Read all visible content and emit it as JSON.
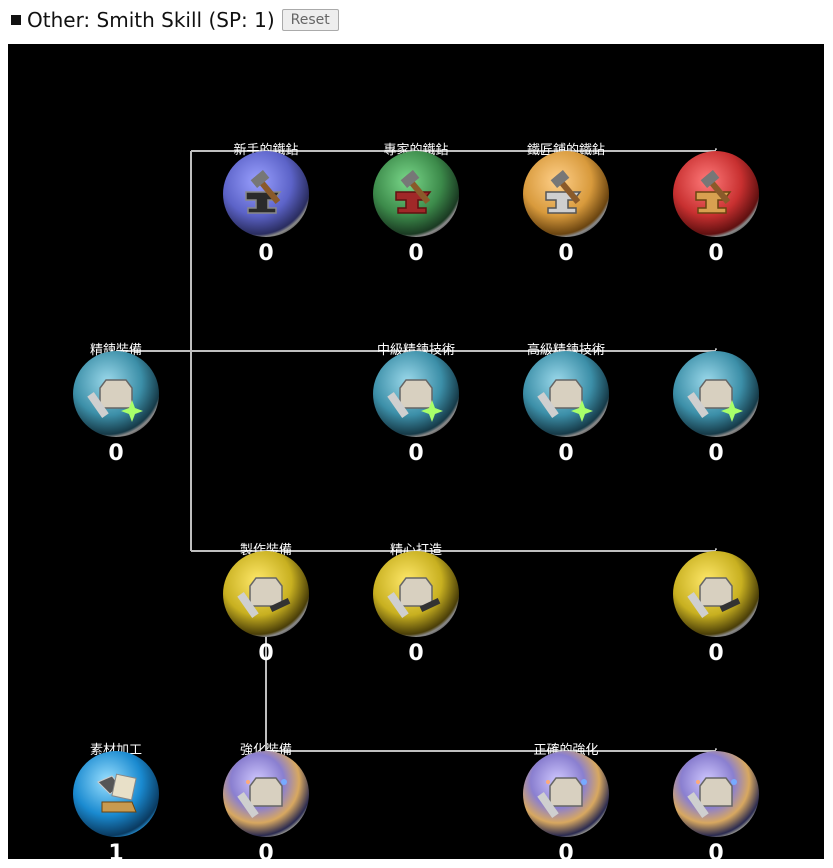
{
  "header": {
    "title": "Other: Smith Skill (SP: 1)",
    "reset_label": "Reset"
  },
  "colors": {
    "board_background": "#000000",
    "link_line": "#bfbfbf",
    "label_text": "#ffffff",
    "level_text": "#ffffff"
  },
  "skills": [
    {
      "id": "r1c2",
      "label": "新手的鐵鉆",
      "level": "0",
      "icon": "blue-anvil-hammer-icon",
      "tint": "#6a6fd8"
    },
    {
      "id": "r1c3",
      "label": "專家的鐵鉆",
      "level": "0",
      "icon": "green-anvil-hammer-icon",
      "tint": "#3c8a4a"
    },
    {
      "id": "r1c4",
      "label": "鐵匠鋪的鐵鉆",
      "level": "0",
      "icon": "orange-anvil-hammer-icon",
      "tint": "#d89a3c"
    },
    {
      "id": "r1c5",
      "label": ".",
      "level": "0",
      "icon": "red-anvil-hammer-icon",
      "tint": "#c83030"
    },
    {
      "id": "r2c1",
      "label": "精鍊裝備",
      "level": "0",
      "icon": "refine-armor-sparkle-icon",
      "tint": "#3c8fa8"
    },
    {
      "id": "r2c3",
      "label": "中級精鍊技術",
      "level": "0",
      "icon": "refine-armor-sparkle-icon",
      "tint": "#3c8fa8"
    },
    {
      "id": "r2c4",
      "label": "高級精鍊技術",
      "level": "0",
      "icon": "refine-armor-sparkle-icon",
      "tint": "#3c8fa8"
    },
    {
      "id": "r2c5",
      "label": ".",
      "level": "0",
      "icon": "refine-armor-sparkle-icon",
      "tint": "#3c8fa8"
    },
    {
      "id": "r3c2",
      "label": "製作裝備",
      "level": "0",
      "icon": "craft-armor-icon",
      "tint": "#c8b020"
    },
    {
      "id": "r3c3",
      "label": "精心打造",
      "level": "0",
      "icon": "craft-armor-icon",
      "tint": "#c8b020"
    },
    {
      "id": "r3c5",
      "label": ".",
      "level": "0",
      "icon": "craft-armor-icon",
      "tint": "#c8b020"
    },
    {
      "id": "r4c1",
      "label": "素材加工",
      "level": "1",
      "icon": "material-processing-icon",
      "tint": "#1a8ad0"
    },
    {
      "id": "r4c2",
      "label": "強化裝備",
      "level": "0",
      "icon": "enhance-armor-icon",
      "tint": "#8a7fd0"
    },
    {
      "id": "r4c4",
      "label": "正確的強化",
      "level": "0",
      "icon": "enhance-armor-icon",
      "tint": "#8a7fd0"
    },
    {
      "id": "r4c5",
      "label": ".",
      "level": "0",
      "icon": "enhance-armor-icon",
      "tint": "#8a7fd0"
    }
  ]
}
